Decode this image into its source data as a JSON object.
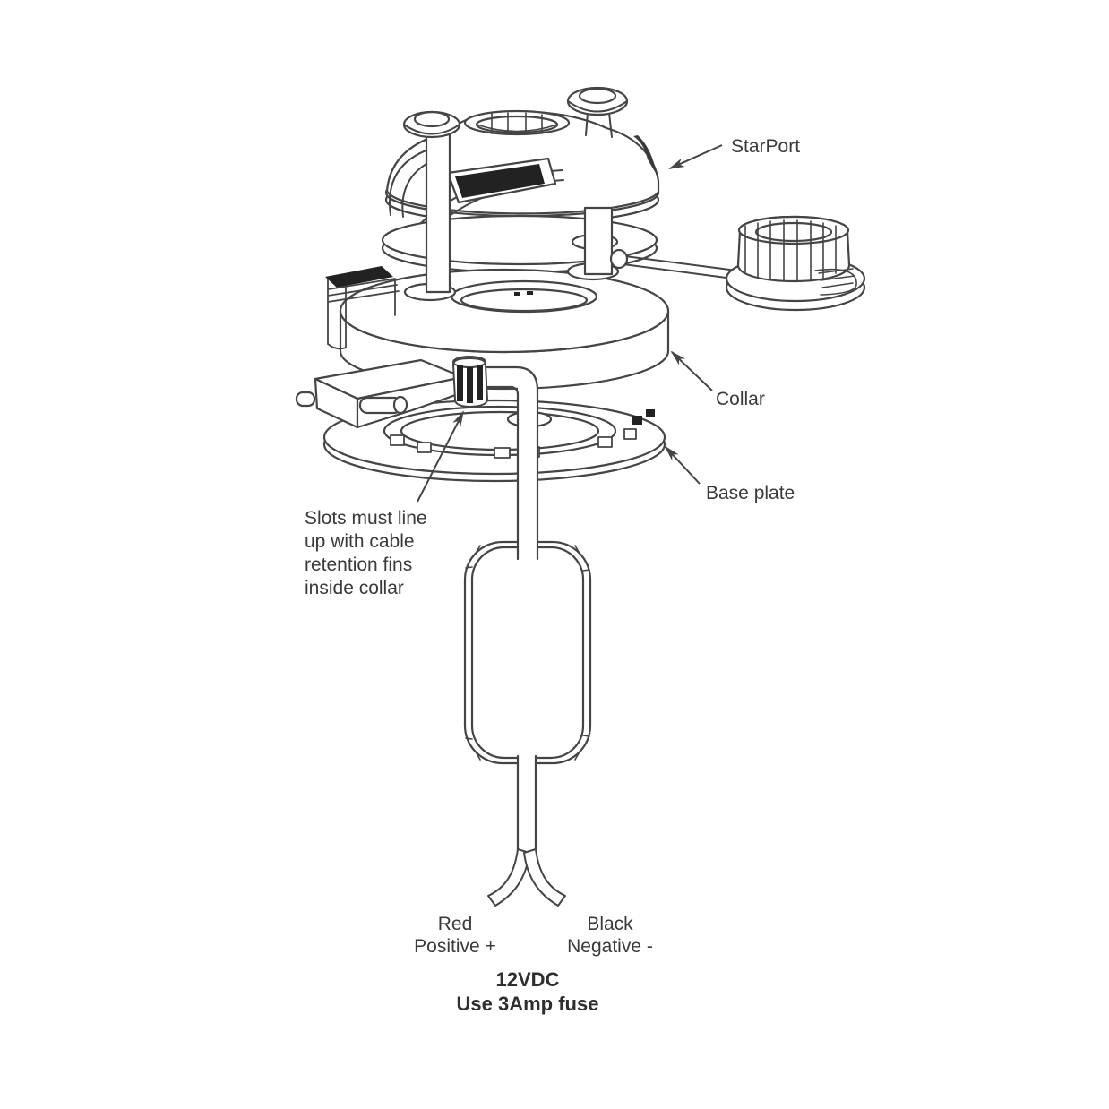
{
  "callouts": {
    "starport": "StarPort",
    "collar": "Collar",
    "base_plate": "Base plate"
  },
  "note": {
    "line1": "Slots must line",
    "line2": "up with cable",
    "line3": "retention fins",
    "line4": "inside collar"
  },
  "wires": {
    "red_name": "Red",
    "red_polarity": "Positive +",
    "black_name": "Black",
    "black_polarity": "Negative -"
  },
  "power": {
    "voltage": "12VDC",
    "fuse": "Use 3Amp fuse"
  },
  "colors": {
    "line": "#454545",
    "dark_fill": "#222222",
    "text": "#3a3a3a",
    "background": "#ffffff"
  }
}
